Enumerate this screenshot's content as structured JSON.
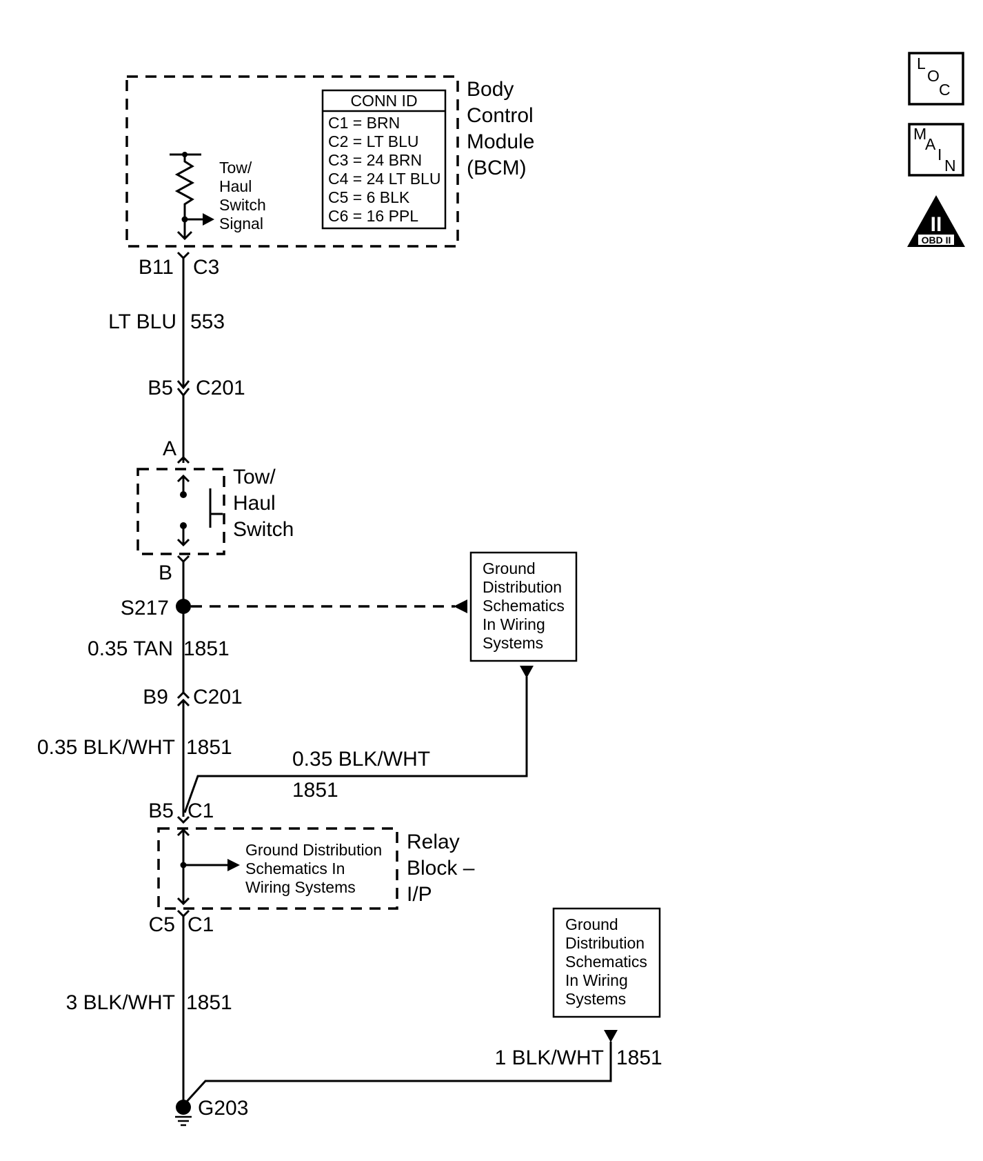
{
  "bcm": {
    "title_lines": [
      "Body",
      "Control",
      "Module",
      "(BCM)"
    ],
    "conn_id_header": "CONN ID",
    "conn_id_rows": [
      "C1 = BRN",
      "C2 = LT BLU",
      "C3 = 24 BRN",
      "C4 = 24 LT BLU",
      "C5 = 6 BLK",
      "C6 = 16 PPL"
    ],
    "signal_lines": [
      "Tow/",
      "Haul",
      "Switch",
      "Signal"
    ]
  },
  "pins": {
    "b11": "B11",
    "c3": "C3",
    "b5_c201": "B5",
    "c201_a": "C201",
    "a": "A",
    "b": "B",
    "b9": "B9",
    "c201_b": "C201",
    "b5_c1": "B5",
    "c1_a": "C1",
    "c5": "C5",
    "c1_b": "C1"
  },
  "wires": {
    "w1_color": "LT BLU",
    "w1_circuit": "553",
    "w2_color": "0.35 TAN",
    "w2_circuit": "1851",
    "w3_color": "0.35 BLK/WHT",
    "w3_circuit": "1851",
    "w4_color": "0.35 BLK/WHT",
    "w4_circuit": "1851",
    "w5_color": "3 BLK/WHT",
    "w5_circuit": "1851",
    "w6_color": "1 BLK/WHT",
    "w6_circuit": "1851"
  },
  "switch": {
    "title_lines": [
      "Tow/",
      "Haul",
      "Switch"
    ]
  },
  "splice": {
    "label": "S217"
  },
  "ground": {
    "label": "G203"
  },
  "ref_box_1": {
    "lines": [
      "Ground",
      "Distribution",
      "Schematics",
      "In Wiring",
      "Systems"
    ]
  },
  "ref_box_2": {
    "lines": [
      "Ground",
      "Distribution",
      "Schematics",
      "In Wiring",
      "Systems"
    ]
  },
  "relay_block": {
    "title_lines": [
      "Relay",
      "Block –",
      "I/P"
    ],
    "inner_lines": [
      "Ground Distribution",
      "Schematics In",
      "Wiring Systems"
    ]
  },
  "icons": {
    "loc": [
      "L",
      "O",
      "C"
    ],
    "main": [
      "M",
      "A",
      "I",
      "N"
    ],
    "obd": {
      "numeral": "II",
      "label": "OBD II"
    }
  }
}
